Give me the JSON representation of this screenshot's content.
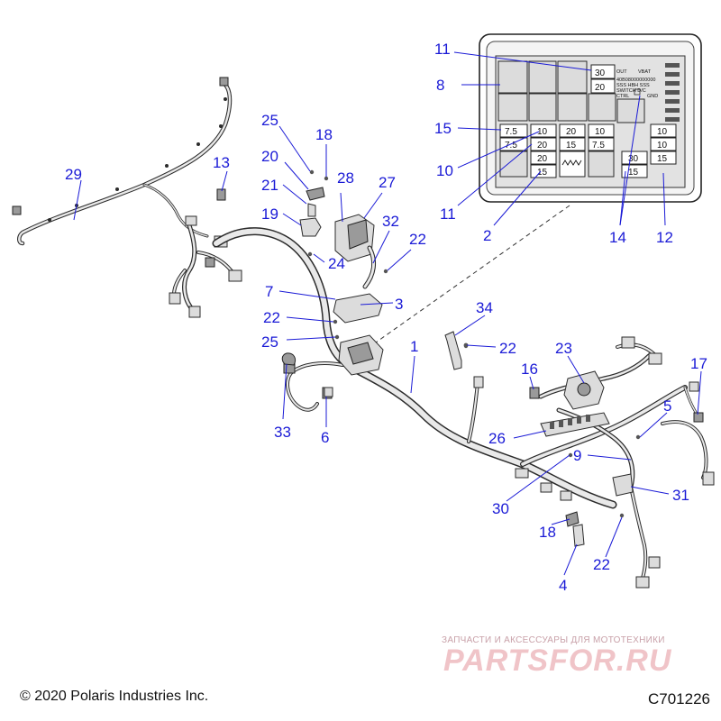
{
  "callouts": [
    "1",
    "2",
    "3",
    "4",
    "5",
    "6",
    "7",
    "8",
    "9",
    "10",
    "11",
    "11",
    "12",
    "13",
    "14",
    "15",
    "16",
    "17",
    "18",
    "18",
    "19",
    "20",
    "21",
    "22",
    "22",
    "22",
    "22",
    "23",
    "24",
    "25",
    "25",
    "26",
    "27",
    "28",
    "29",
    "30",
    "31",
    "32",
    "33",
    "34"
  ],
  "fuse_box": {
    "labels": {
      "out": "OUT",
      "vbat": "VBAT",
      "ctrl": "CTRL",
      "gnd": "GND",
      "row_codes": [
        "40B08000000000",
        "SSS HBH SSS",
        "SWITCH     D/C"
      ]
    },
    "fuses": [
      "30",
      "20",
      "7.5",
      "10",
      "20",
      "10",
      "10",
      "7.5",
      "20",
      "15",
      "7.5",
      "10",
      "20",
      "15",
      "30",
      "15",
      "15"
    ]
  },
  "footer": {
    "copyright": "© 2020 Polaris Industries Inc.",
    "catalog": "C701226"
  },
  "watermark": {
    "tagline": "ЗАПЧАСТИ И АКСЕССУАРЫ ДЛЯ МОТОТЕХНИКИ",
    "brand": "PARTSFOR.RU"
  },
  "colors": {
    "callout": "#1a1ad6",
    "line": "#2b2b2b",
    "watermark": "#f0c4c8"
  }
}
